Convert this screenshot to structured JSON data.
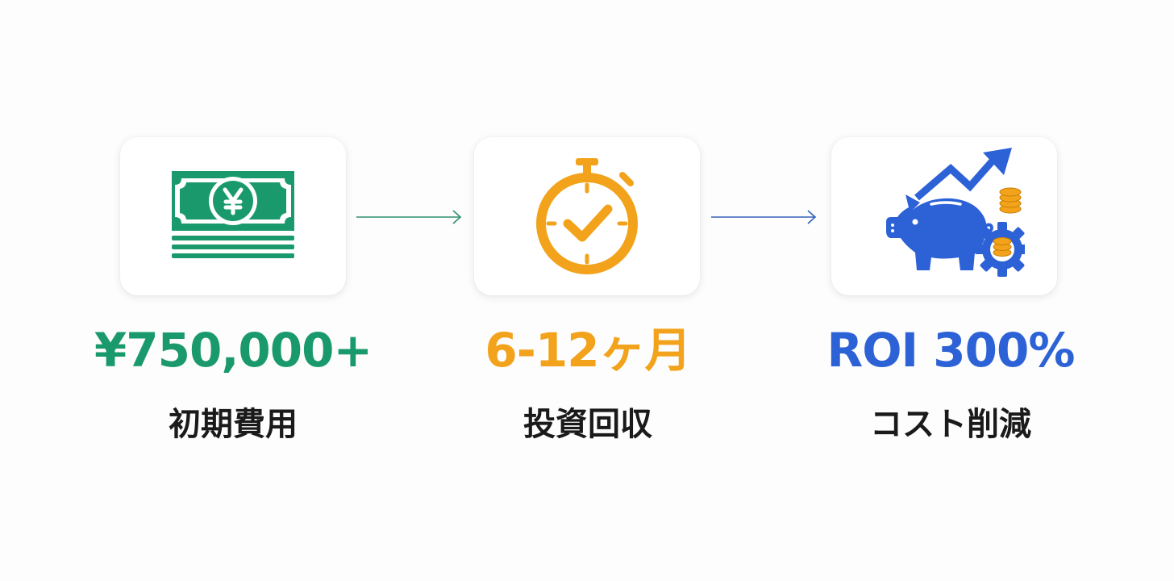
{
  "colors": {
    "green": "#1a9a6c",
    "orange": "#f2a31b",
    "blue": "#2d62d6",
    "arrow_green": "#2f8f6e",
    "arrow_blue": "#3460b8",
    "text_dark": "#1a1a1a"
  },
  "steps": [
    {
      "icon": "yen-banknote-icon",
      "value": "¥750,000+",
      "label": "初期費用"
    },
    {
      "icon": "stopwatch-check-icon",
      "value": "6-12ヶ月",
      "label": "投資回収"
    },
    {
      "icon": "piggy-bank-growth-icon",
      "value": "ROI 300%",
      "label": "コスト削減"
    }
  ],
  "arrows": [
    {
      "icon": "arrow-right-icon"
    },
    {
      "icon": "arrow-right-icon"
    }
  ]
}
